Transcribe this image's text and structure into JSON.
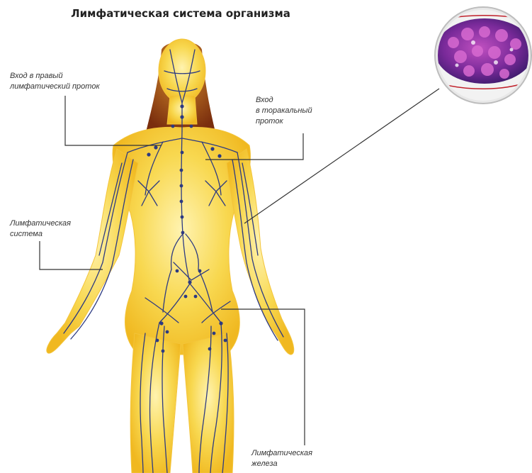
{
  "title": "Лимфатическая система организма",
  "labels": {
    "right_duct_line1": "Вход в правый",
    "right_duct_line2": "лимфатический проток",
    "thoracic_line1": "Вход",
    "thoracic_line2": "в торакальный",
    "thoracic_line3": "проток",
    "system_line1": "Лимфатическая",
    "system_line2": "система",
    "node_line1": "Лимфатическая",
    "node_line2": "железа"
  },
  "colors": {
    "body_fill": "#f6d24a",
    "body_glow": "#fff6c2",
    "hair": "#8b3a12",
    "vessels": "#2c3a82",
    "leader_lines": "#333333",
    "tissue_bg": "#8a2a9a"
  }
}
